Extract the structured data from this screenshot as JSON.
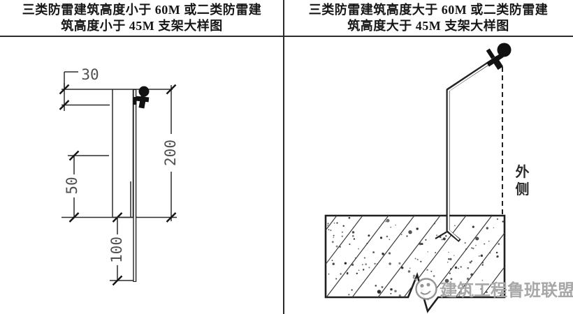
{
  "left_panel": {
    "title_line1": "三类防雷建筑高度小于 60M 或二类防雷建",
    "title_line2": "筑高度小于 45M 支架大样图",
    "dim_top_offset": "30",
    "dim_bracket_length": "200",
    "dim_overlap": "50",
    "dim_extension": "100"
  },
  "right_panel": {
    "title_line1": "三类防雷建筑高度大于 60M 或二类防雷建",
    "title_line2": "筑高度大于 45M 支架大样图",
    "side_label": "外侧"
  },
  "watermark": {
    "text": "建筑工程鲁班联盟"
  },
  "colors": {
    "line": "#2b2b2b",
    "dim_text": "#4f4f4f",
    "title_text": "#161616",
    "watermark": "#a8a8a8"
  }
}
